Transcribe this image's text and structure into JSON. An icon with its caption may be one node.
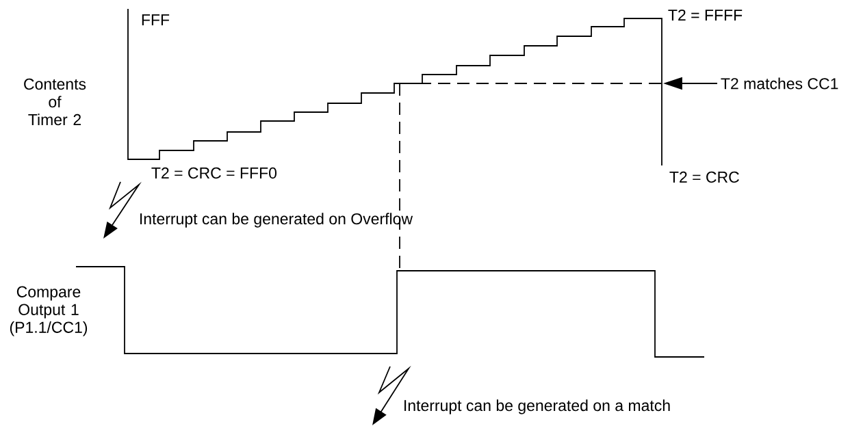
{
  "diagram": {
    "nodes": [
      {
        "text": [
          "T2 matches CC1"
        ]
      },
      {
        "text": [],
        "shape": "picture"
      }
    ],
    "edges": [
      {
        "from": 0,
        "to": 1,
        "arrow": "to"
      }
    ],
    "labels": [
      "FFF",
      "T2 = FFFF",
      "Contents of Timer 2",
      "T2 = CRC = FFF0",
      "T2 = CRC",
      "Interrupt can be generated on Overflow",
      "Compare Output 1 (P1.1/CC1)",
      "Interrupt can be generated on a match"
    ]
  }
}
